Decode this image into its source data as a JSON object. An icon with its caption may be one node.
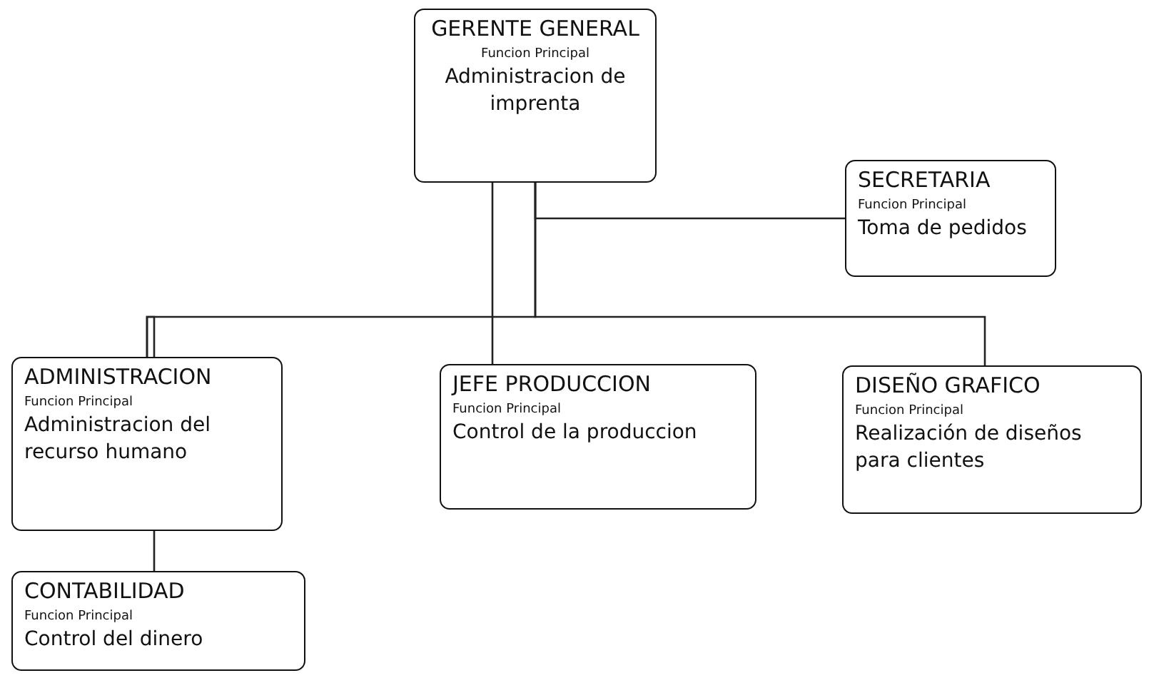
{
  "diagram": {
    "nodes": [
      {
        "text": [
          "GERENTE GENERAL",
          "Funcion Principal",
          "Administracion de imprenta"
        ]
      },
      {
        "text": [
          "SECRETARIA",
          "Funcion Principal",
          "Toma de pedidos"
        ]
      },
      {
        "text": [
          "ADMINISTRACION",
          "Funcion Principal",
          "Administracion del recurso humano"
        ]
      },
      {
        "text": [
          "JEFE PRODUCCION",
          "Funcion Principal",
          "Control de la produccion"
        ]
      },
      {
        "text": [
          "DISEÑO GRAFICO",
          "Funcion Principal",
          "Realización de diseños para clientes"
        ]
      },
      {
        "text": [
          "CONTABILIDAD",
          "Funcion Principal",
          "Control del dinero"
        ]
      }
    ],
    "edges": [
      {
        "from": 0,
        "to": 1,
        "arrow": "none"
      },
      {
        "from": 0,
        "to": 2,
        "arrow": "none"
      },
      {
        "from": 0,
        "to": 3,
        "arrow": "none"
      },
      {
        "from": 0,
        "to": 4,
        "arrow": "none"
      },
      {
        "from": 2,
        "to": 5,
        "arrow": "none"
      }
    ]
  }
}
